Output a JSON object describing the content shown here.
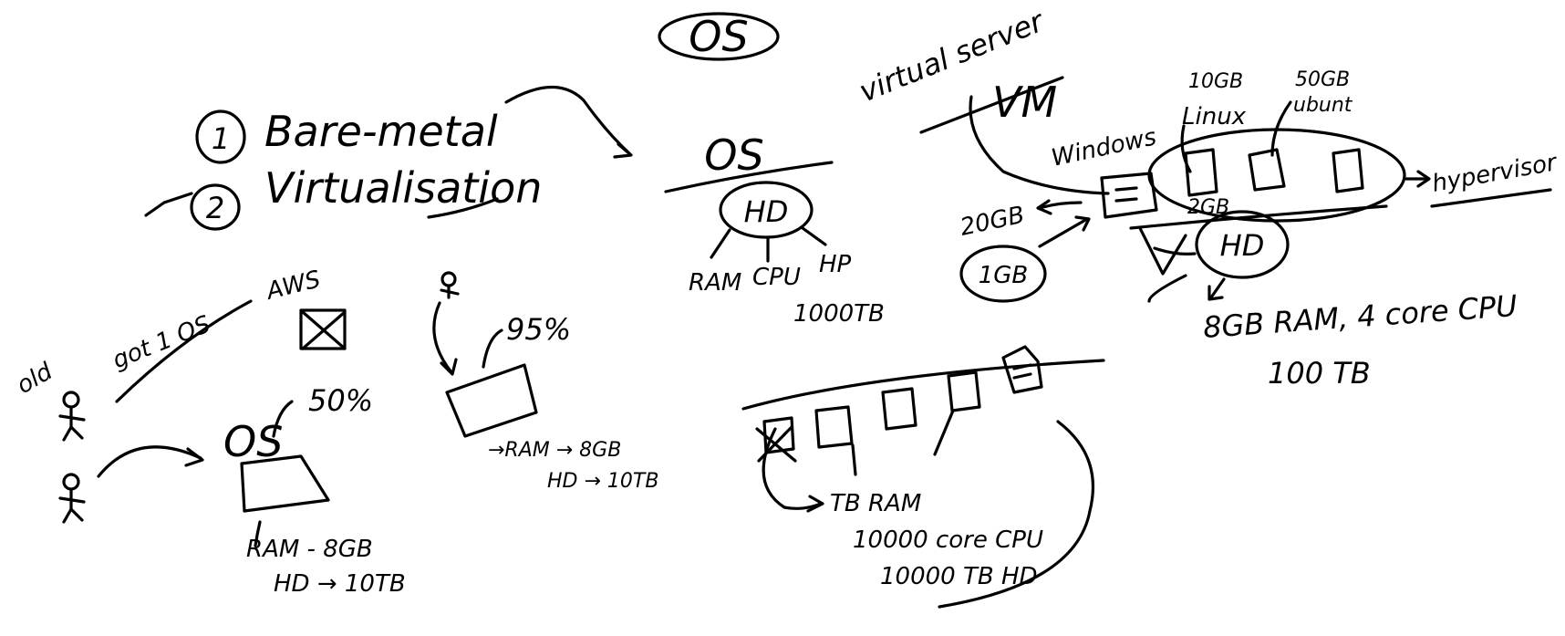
{
  "title": "OS",
  "items": {
    "one": "1",
    "two": "2",
    "bare_metal": "Bare-metal",
    "virtualisation": "Virtualisation"
  },
  "left": {
    "old": "old",
    "got": "got 1 OS",
    "aws": "AWS",
    "os": "OS",
    "pct50": "50%",
    "ram8": "RAM - 8GB",
    "hd10": "HD → 10TB",
    "pct95": "95%",
    "ram_b": "→RAM → 8GB",
    "hd_b": "HD → 10TB"
  },
  "middle": {
    "os": "OS",
    "hd": "HD",
    "ram": "RAM",
    "cpu": "CPU",
    "hp": "HP",
    "tb1000": "1000TB"
  },
  "right": {
    "virtual_server": "virtual server",
    "vm": "VM",
    "windows": "Windows",
    "gb10": "10GB",
    "linux": "Linux",
    "gb50": "50GB",
    "ubuntu": "ubunt",
    "hypervisor": "hypervisor",
    "gb20": "20GB",
    "one_gb": "1GB",
    "hd": "HD",
    "specs": "8GB RAM, 4 core CPU",
    "tb100": "100 TB",
    "gb_small": "2GB"
  },
  "bottom": {
    "tb_ram": "TB RAM",
    "cores": "10000 core CPU",
    "tb_hd": "10000 TB HD"
  }
}
